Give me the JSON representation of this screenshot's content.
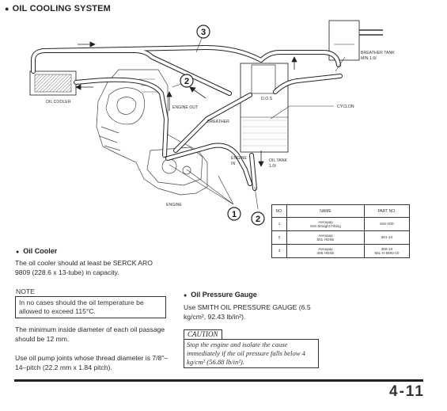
{
  "heading": {
    "bullet": "●",
    "title": "OIL COOLING SYSTEM"
  },
  "diagram": {
    "labels": {
      "oil_cooler": "OIL COOLER",
      "engine_out": "ENGINE  OUT",
      "breather": "BREATHER",
      "engine_in": "ENGINE\nIN",
      "engine": "ENGINE",
      "oil_tank": "OIL TANK",
      "oil_tank_cap": "1.0ℓ",
      "breather_tank": "BREATHER TANK",
      "breather_tank_cap": "MIN 1.6ℓ",
      "cyclon": "CYCLON",
      "dos": "D.O.S"
    },
    "callouts": [
      "3",
      "2",
      "1",
      "2"
    ]
  },
  "parts_table": {
    "headers": [
      "NO.",
      "NAME",
      "PART NO."
    ],
    "rows": [
      {
        "no": "1",
        "name": "Aeroquip\n816 Straight Fitting",
        "part": "816-10D"
      },
      {
        "no": "2",
        "name": "Aeroquip\n601 HOSE",
        "part": "601-10"
      },
      {
        "no": "3",
        "name": "Aeroquip\n306 HOSE",
        "part": "306-10\nMIL-H-5593-10"
      }
    ]
  },
  "oil_cooler": {
    "bullet": "●",
    "title": "Oil Cooler",
    "text": "The oil cooler should at least be SERCK ARO 9809 (228.6 x 13-tube) in capacity.",
    "note_label": "NOTE",
    "note_text": "In no cases should the oil temperature be allowed to exceed 115°C.",
    "min_diameter": "The minimum inside diameter of each oil passage should be 12 mm.",
    "thread": "Use oil pump joints whose thread diameter is 7/8\"–14–pitch (22.2 mm x 1.84 pitch)."
  },
  "oil_pressure": {
    "bullet": "●",
    "title": "Oil Pressure Gauge",
    "text": "Use SMITH OIL PRESSURE GAUGE (6.5 kg/cm², 92.43 lb/in²).",
    "caution_label": "CAUTION",
    "caution_text": "Stop the engine and isolate the cause immediately if the oil pressure falls below 4 kg/cm² (56.88 lb/in²)."
  },
  "page_number": "4-11"
}
